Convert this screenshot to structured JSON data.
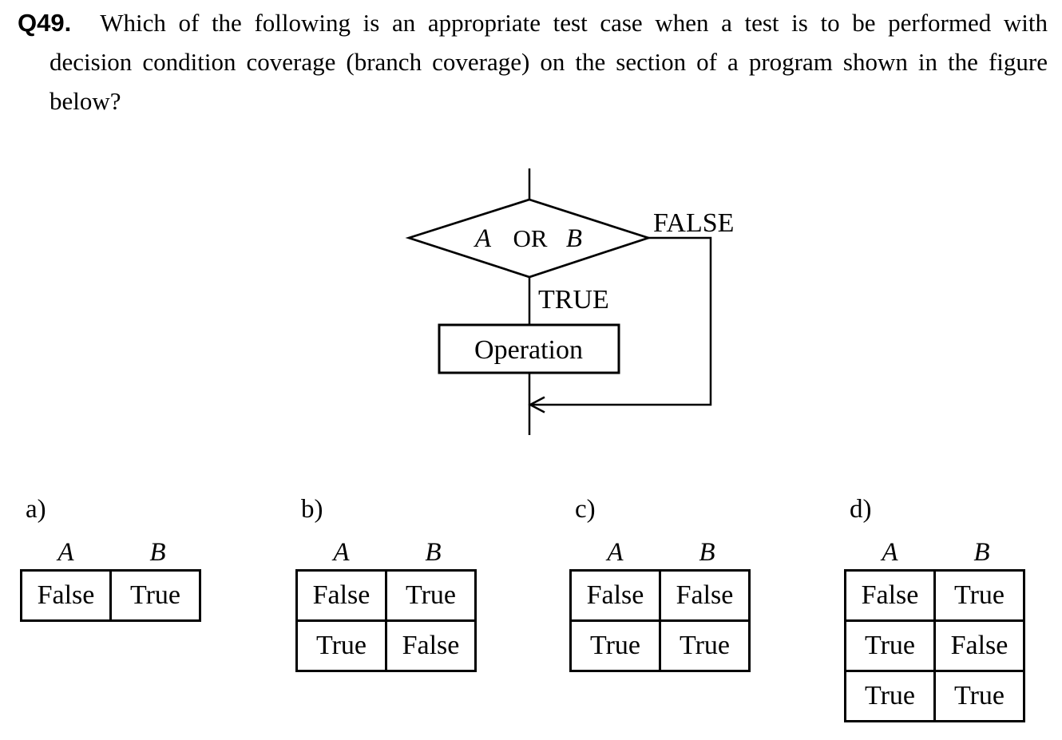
{
  "page": {
    "background": "#ffffff",
    "ink": "#000000"
  },
  "question": {
    "number": "Q49.",
    "lines": [
      "Which of the following is an appropriate test case when a test is to be performed with",
      "decision condition coverage (branch coverage) on the section of a program shown in the figure",
      "below?"
    ]
  },
  "flowchart": {
    "condition_a": "A",
    "condition_op": "OR",
    "condition_b": "B",
    "false_label": "FALSE",
    "true_label": "TRUE",
    "operation_label": "Operation"
  },
  "options": [
    {
      "label": "a)",
      "col_headers": [
        "A",
        "B"
      ],
      "rows": [
        [
          "False",
          "True"
        ]
      ]
    },
    {
      "label": "b)",
      "col_headers": [
        "A",
        "B"
      ],
      "rows": [
        [
          "False",
          "True"
        ],
        [
          "True",
          "False"
        ]
      ]
    },
    {
      "label": "c)",
      "col_headers": [
        "A",
        "B"
      ],
      "rows": [
        [
          "False",
          "False"
        ],
        [
          "True",
          "True"
        ]
      ]
    },
    {
      "label": "d)",
      "col_headers": [
        "A",
        "B"
      ],
      "rows": [
        [
          "False",
          "True"
        ],
        [
          "True",
          "False"
        ],
        [
          "True",
          "True"
        ]
      ]
    }
  ]
}
